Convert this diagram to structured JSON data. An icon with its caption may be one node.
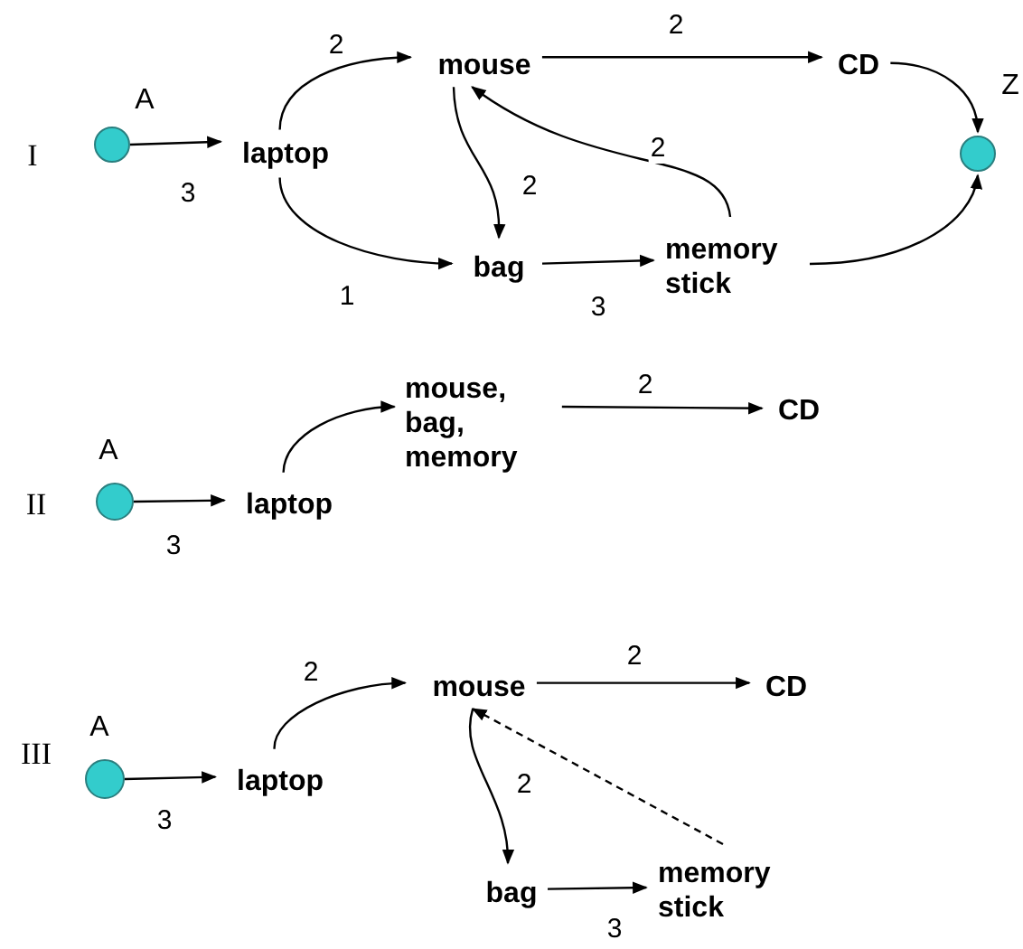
{
  "diagram": {
    "nodes": [
      {
        "text": [],
        "shape": "circle",
        "beside": [
          "A"
        ]
      },
      {
        "text": [
          "laptop"
        ]
      },
      {
        "text": [
          "mouse"
        ]
      },
      {
        "text": [
          "CD"
        ]
      },
      {
        "text": [],
        "shape": "circle",
        "beside": [
          "Z"
        ]
      },
      {
        "text": [
          "bag"
        ]
      },
      {
        "text": [
          "memory stick"
        ]
      },
      {
        "text": [],
        "shape": "circle",
        "beside": [
          "A"
        ]
      },
      {
        "text": [
          "laptop"
        ]
      },
      {
        "text": [
          "mouse, bag, memory"
        ]
      },
      {
        "text": [
          "CD"
        ]
      },
      {
        "text": [],
        "shape": "circle",
        "beside": [
          "A"
        ]
      },
      {
        "text": [
          "laptop"
        ]
      },
      {
        "text": [
          "mouse"
        ]
      },
      {
        "text": [
          "CD"
        ]
      },
      {
        "text": [
          "bag"
        ]
      },
      {
        "text": [
          "memory stick"
        ]
      }
    ],
    "edges": [
      {
        "from": 0,
        "to": 1,
        "arrow": "to",
        "label": "3"
      },
      {
        "from": 1,
        "to": 2,
        "arrow": "to",
        "label": "2"
      },
      {
        "from": 1,
        "to": 5,
        "arrow": "to",
        "label": "1"
      },
      {
        "from": 2,
        "to": 3,
        "arrow": "to",
        "label": "2"
      },
      {
        "from": 3,
        "to": 4,
        "arrow": "to"
      },
      {
        "from": 2,
        "to": 5,
        "arrow": "to",
        "label": "2"
      },
      {
        "from": 6,
        "to": 2,
        "arrow": "to",
        "label": "2"
      },
      {
        "from": 5,
        "to": 6,
        "arrow": "to",
        "label": "3"
      },
      {
        "from": 6,
        "to": 4,
        "arrow": "to"
      },
      {
        "from": 7,
        "to": 8,
        "arrow": "to",
        "label": "3"
      },
      {
        "from": 8,
        "to": 9,
        "arrow": "to"
      },
      {
        "from": 9,
        "to": 10,
        "arrow": "to",
        "label": "2"
      },
      {
        "from": 11,
        "to": 12,
        "arrow": "to",
        "label": "3"
      },
      {
        "from": 12,
        "to": 13,
        "arrow": "to",
        "label": "2"
      },
      {
        "from": 13,
        "to": 14,
        "arrow": "to",
        "label": "2"
      },
      {
        "from": 13,
        "to": 15,
        "arrow": "to",
        "label": "2"
      },
      {
        "from": 16,
        "to": 13,
        "arrow": "to",
        "style": "dashed"
      },
      {
        "from": 15,
        "to": 16,
        "arrow": "to",
        "label": "3"
      }
    ],
    "labels": [
      "I",
      "II",
      "III"
    ]
  }
}
